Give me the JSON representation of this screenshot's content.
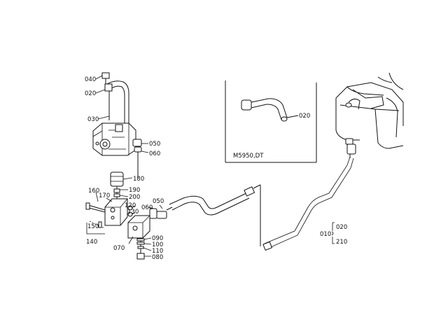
{
  "inset": {
    "model_label": "M5950,DT",
    "callout": "020"
  },
  "callouts": {
    "c040": "040",
    "c020": "020",
    "c030": "030",
    "c050a": "050",
    "c060a": "060",
    "c180": "180",
    "c160": "160",
    "c170": "170",
    "c190": "190",
    "c200": "200",
    "c120": "120",
    "c130": "130",
    "c050b": "050",
    "c060b": "060",
    "c150": "150",
    "c140": "140",
    "c070": "070",
    "c090": "090",
    "c100": "100",
    "c110": "110",
    "c080": "080"
  },
  "range_note": {
    "base": "010",
    "from": "020",
    "to": "210"
  }
}
